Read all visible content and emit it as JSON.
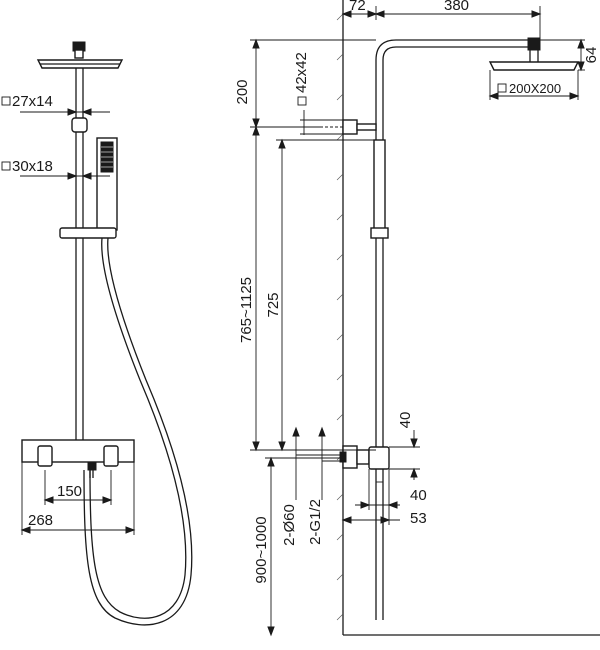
{
  "labels": {
    "front_head_size": "27x14",
    "front_handset_size": "30x18",
    "front_valve_inner": "150",
    "front_valve_outer": "268",
    "side_offset_wall": "72",
    "side_arm_length": "380",
    "side_head_height": "64",
    "side_head_size": "200X200",
    "side_top_200": "200",
    "side_bracket_size": "42x42",
    "side_range": "765~1125",
    "side_725": "725",
    "side_40_upper": "40",
    "side_40_lower": "40",
    "side_53": "53",
    "side_diameter": "2-Ø60",
    "side_thread": "2-G1/2",
    "side_floor_height": "900~1000"
  },
  "colors": {
    "line": "#1a1a1a",
    "background": "#ffffff"
  },
  "icons": {
    "square_prefix": "square-section-symbol"
  }
}
